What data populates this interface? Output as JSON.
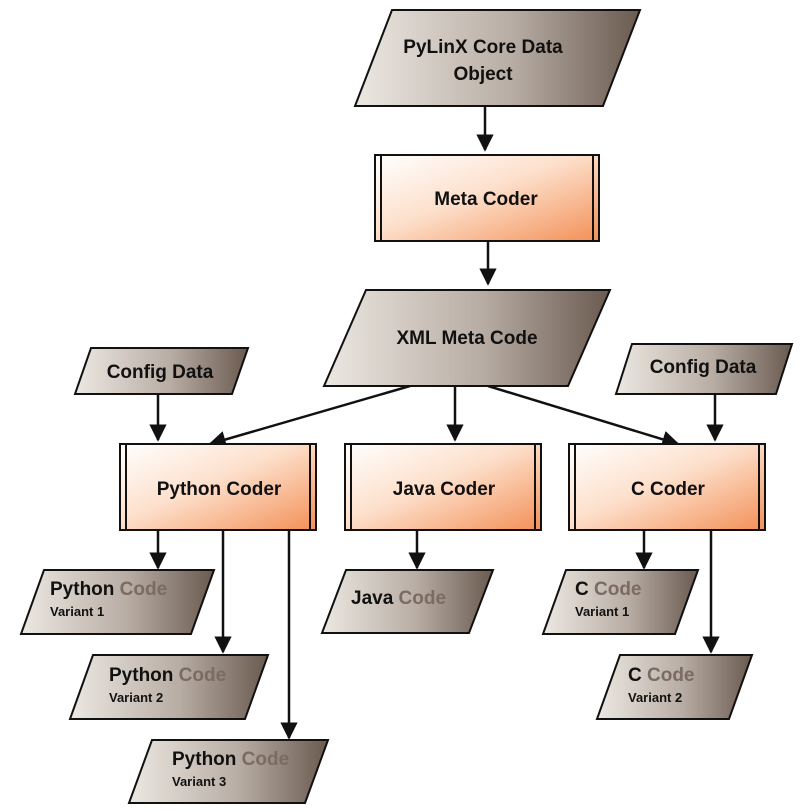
{
  "core": {
    "line1": "PyLinX Core Data",
    "line2": "Object"
  },
  "meta_coder": {
    "label": "Meta Coder"
  },
  "xml_meta_code": {
    "label": "XML Meta Code"
  },
  "config_left": {
    "label": "Config Data"
  },
  "config_right": {
    "label": "Config Data"
  },
  "python_coder": {
    "label": "Python Coder"
  },
  "java_coder": {
    "label": "Java Coder"
  },
  "c_coder": {
    "label": "C Coder"
  },
  "python_code_1": {
    "title_a": "Python ",
    "title_b": "Code",
    "variant": "Variant 1"
  },
  "python_code_2": {
    "title_a": "Python ",
    "title_b": "Code",
    "variant": "Variant 2"
  },
  "python_code_3": {
    "title_a": "Python ",
    "title_b": "Code",
    "variant": "Variant 3"
  },
  "java_code": {
    "title_a": "Java ",
    "title_b": "Code"
  },
  "c_code_1": {
    "title_a": "C ",
    "title_b": "Code",
    "variant": "Variant 1"
  },
  "c_code_2": {
    "title_a": "C ",
    "title_b": "Code",
    "variant": "Variant 2"
  },
  "colors": {
    "data_light": "#e6e0d8",
    "data_dark": "#6e5e54",
    "process_light": "#ffffff",
    "process_dark": "#f49a66",
    "stroke": "#111111",
    "faded_text": "#7b6b62"
  }
}
